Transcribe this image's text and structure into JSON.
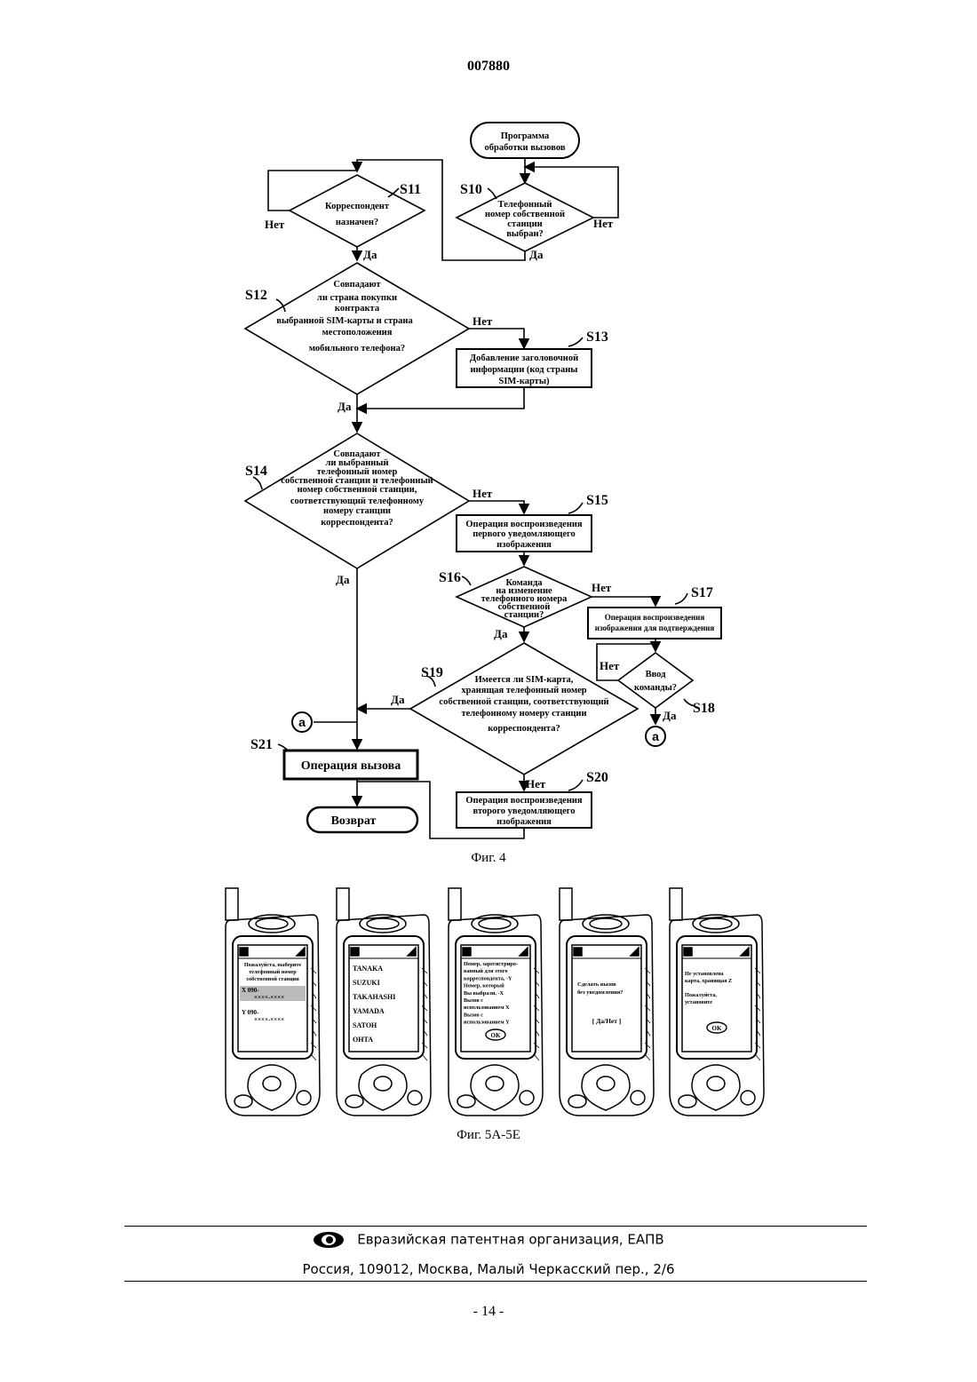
{
  "doc_number": "007880",
  "fig4": {
    "caption": "Фиг. 4",
    "start": [
      "Программа",
      "обработки вызовов"
    ],
    "s10": {
      "id": "S10",
      "text": [
        "Телефонный",
        "номер собственной",
        "станции",
        "выбран?"
      ]
    },
    "s11": {
      "id": "S11",
      "text": [
        "Корреспондент",
        "назначен?"
      ]
    },
    "s12": {
      "id": "S12",
      "text": [
        "Совпадают",
        "ли страна  покупки",
        "контракта",
        "выбранной SIM-карты и   страна",
        "местоположения",
        "мобильного телефона?"
      ]
    },
    "s13": {
      "id": "S13",
      "text": [
        "Добавление заголовочной",
        "информации (код страны",
        "SIM-карты)"
      ]
    },
    "s14": {
      "id": "S14",
      "text": [
        "Совпадают",
        "ли выбранный",
        "телефонный номер",
        "собственной станции и телефонный",
        "номер собственной станции,",
        "соответствующий телефонному",
        "номеру станции",
        "корреспондента?"
      ]
    },
    "s15": {
      "id": "S15",
      "text": [
        "Операция воспроизведения",
        "первого  уведомляющего",
        "изображения"
      ]
    },
    "s16": {
      "id": "S16",
      "text": [
        "Команда",
        "на изменение",
        "телефонного номера",
        "собственной",
        "станции?"
      ]
    },
    "s17": {
      "id": "S17",
      "text": [
        "Операция воспроизведения",
        "изображения для подтверждения"
      ]
    },
    "s18": {
      "id": "S18",
      "text": [
        "Ввод",
        "команды?"
      ]
    },
    "s19": {
      "id": "S19",
      "text": [
        "Имеется ли SIM-карта,",
        "хранящая  телефонный номер",
        "собственной станции, соответствующий",
        "телефонному номеру станции",
        "корреспондента?"
      ]
    },
    "s20": {
      "id": "S20",
      "text": [
        "Операция воспроизведения",
        "второго уведомляющего",
        "изображения"
      ]
    },
    "s21": {
      "id": "S21",
      "text": "Операция вызова"
    },
    "end": "Возврат",
    "yes": "Да",
    "no": "Нет",
    "connector": "a"
  },
  "fig5": {
    "caption": "Фиг. 5A-5E",
    "phones": [
      {
        "lines": [
          "Пожалуйста, выберите",
          "телефонный номер",
          "собственной станции"
        ],
        "hl": "X 090-",
        "hl2": "××××-××××",
        "l2": "Y 090-",
        "l2b": "××××-××××"
      },
      {
        "list": [
          "TANAKA",
          "SUZUKI",
          "TAKAHASHI",
          "YAMADA",
          "SATOH",
          "OHTA"
        ]
      },
      {
        "lines": [
          "Номер, зарегистриро-",
          "ванный  для этого",
          "корреспондента, -Y",
          "Номер, который",
          "Вы выбрали, -X",
          "Вызов с",
          "использованием X",
          "Вызов с",
          "использованием Y"
        ],
        "ok": "OK"
      },
      {
        "lines": [
          "Сделать вызов",
          "без уведомления?"
        ],
        "choice": "[  Да/Нет  ]"
      },
      {
        "lines": [
          "Не установлена",
          "карта, хранящая Z",
          "",
          "Пожалуйста,",
          "установите"
        ],
        "ok": "OK"
      }
    ]
  },
  "footer": {
    "org": "Евразийская патентная организация, ЕАПВ",
    "address": "Россия, 109012, Москва, Малый Черкасский пер., 2/6"
  },
  "page_number": "- 14 -"
}
